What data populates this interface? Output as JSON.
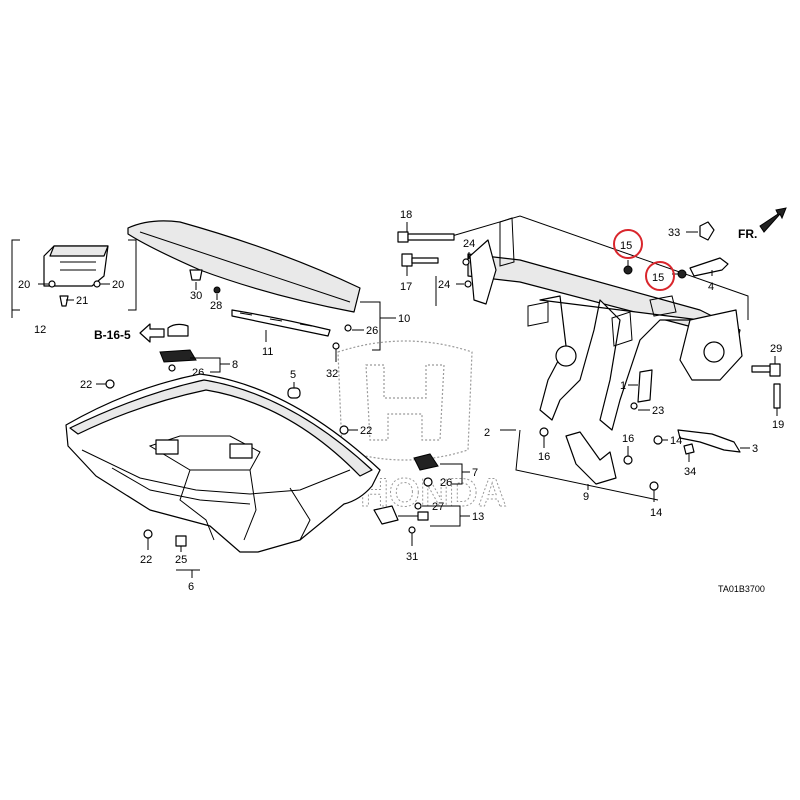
{
  "diagram": {
    "code": "TA01B3700",
    "direction_label": "FR.",
    "reference_label": "B-16-5",
    "highlight_color": "#d9262c",
    "watermark": "HONDA"
  },
  "callouts": {
    "p1": "1",
    "p2": "2",
    "p3": "3",
    "p4": "4",
    "p5": "5",
    "p6": "6",
    "p7": "7",
    "p8": "8",
    "p9": "9",
    "p10": "10",
    "p11": "11",
    "p12": "12",
    "p13": "13",
    "p14a": "14",
    "p14b": "14",
    "p15a": "15",
    "p15b": "15",
    "p16a": "16",
    "p16b": "16",
    "p17": "17",
    "p18": "18",
    "p19": "19",
    "p20a": "20",
    "p20b": "20",
    "p21": "21",
    "p22a": "22",
    "p22b": "22",
    "p22c": "22",
    "p23": "23",
    "p24a": "24",
    "p24b": "24",
    "p25": "25",
    "p26a": "26",
    "p26b": "26",
    "p26c": "26",
    "p27": "27",
    "p28": "28",
    "p29": "29",
    "p30": "30",
    "p31": "31",
    "p32": "32",
    "p33": "33",
    "p34": "34"
  }
}
